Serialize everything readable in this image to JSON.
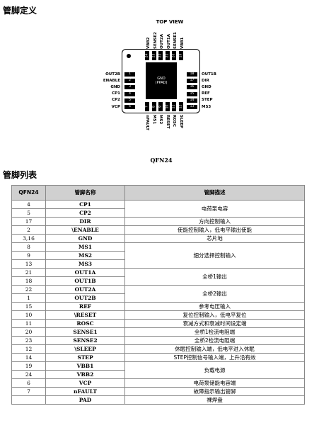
{
  "headings": {
    "pin_def": "管脚定义",
    "pin_list": "管脚列表"
  },
  "diagram": {
    "top_view": "TOP VIEW",
    "pad_label": "GND",
    "pad_sub": "(PPAD)",
    "package": "QFN24",
    "left_pins": [
      {
        "num": "1",
        "name": "OUT2B"
      },
      {
        "num": "2",
        "name": "ENABLE"
      },
      {
        "num": "3",
        "name": "GND"
      },
      {
        "num": "4",
        "name": "CP1"
      },
      {
        "num": "5",
        "name": "CP2"
      },
      {
        "num": "6",
        "name": "VCP"
      }
    ],
    "right_pins": [
      {
        "num": "18",
        "name": "OUT1B"
      },
      {
        "num": "17",
        "name": "DIR"
      },
      {
        "num": "16",
        "name": "GND"
      },
      {
        "num": "15",
        "name": "REF"
      },
      {
        "num": "14",
        "name": "STEP"
      },
      {
        "num": "13",
        "name": "MS3"
      }
    ],
    "top_pins": [
      {
        "num": "24",
        "name": "VBB2"
      },
      {
        "num": "23",
        "name": "SENSE2"
      },
      {
        "num": "22",
        "name": "OUT2A"
      },
      {
        "num": "21",
        "name": "OUT1A"
      },
      {
        "num": "20",
        "name": "SENSE1"
      },
      {
        "num": "19",
        "name": "VBB1"
      }
    ],
    "bottom_pins": [
      {
        "num": "7",
        "name": "nFAULT"
      },
      {
        "num": "8",
        "name": "MS1"
      },
      {
        "num": "9",
        "name": "MS2"
      },
      {
        "num": "10",
        "name": "RESET"
      },
      {
        "num": "11",
        "name": "ROSC"
      },
      {
        "num": "12",
        "name": "SLEEP"
      }
    ]
  },
  "table": {
    "headers": [
      "QFN24",
      "管脚名称",
      "管脚描述"
    ],
    "rows": [
      {
        "num": "4",
        "name": "CP1",
        "desc": "电荷泵电容",
        "span": 2
      },
      {
        "num": "5",
        "name": "CP2"
      },
      {
        "num": "17",
        "name": "DIR",
        "desc": "方向控制输入",
        "span": 1
      },
      {
        "num": "2",
        "name": "\\ENABLE",
        "desc": "使能控制输入，低电平输出使能",
        "span": 1
      },
      {
        "num": "3,16",
        "name": "GND",
        "desc": "芯片地",
        "span": 1
      },
      {
        "num": "8",
        "name": "MS1",
        "desc": "细分选择控制输入",
        "span": 3
      },
      {
        "num": "9",
        "name": "MS2"
      },
      {
        "num": "13",
        "name": "MS3"
      },
      {
        "num": "21",
        "name": "OUT1A",
        "desc": "全桥1输出",
        "span": 2
      },
      {
        "num": "18",
        "name": "OUT1B"
      },
      {
        "num": "22",
        "name": "OUT2A",
        "desc": "全桥2输出",
        "span": 2
      },
      {
        "num": "1",
        "name": "OUT2B"
      },
      {
        "num": "15",
        "name": "REF",
        "desc": "参考电压输入",
        "span": 1
      },
      {
        "num": "10",
        "name": "\\RESET",
        "desc": "复位控制输入，低电平复位",
        "span": 1
      },
      {
        "num": "11",
        "name": "ROSC",
        "desc": "衰减方式和衰减时间设定端",
        "span": 1
      },
      {
        "num": "20",
        "name": "SENSE1",
        "desc": "全桥1检流电阻端",
        "span": 1
      },
      {
        "num": "23",
        "name": "SENSE2",
        "desc": "全桥2检流电阻端",
        "span": 1
      },
      {
        "num": "12",
        "name": "\\SLEEP",
        "desc": "休眠控制输入端，低电平进入休眠",
        "span": 1
      },
      {
        "num": "14",
        "name": "STEP",
        "desc": "STEP控制信号输入端，上升沿有效",
        "span": 1
      },
      {
        "num": "19",
        "name": "VBB1",
        "desc": "负载电源",
        "span": 2
      },
      {
        "num": "24",
        "name": "VBB2"
      },
      {
        "num": "6",
        "name": "VCP",
        "desc": "电荷泵储能电容端",
        "span": 1
      },
      {
        "num": "7",
        "name": "nFAULT",
        "desc": "故障指示输出管脚",
        "span": 1
      },
      {
        "num": "",
        "name": "PAD",
        "desc": "裸焊盘",
        "span": 1
      }
    ]
  }
}
